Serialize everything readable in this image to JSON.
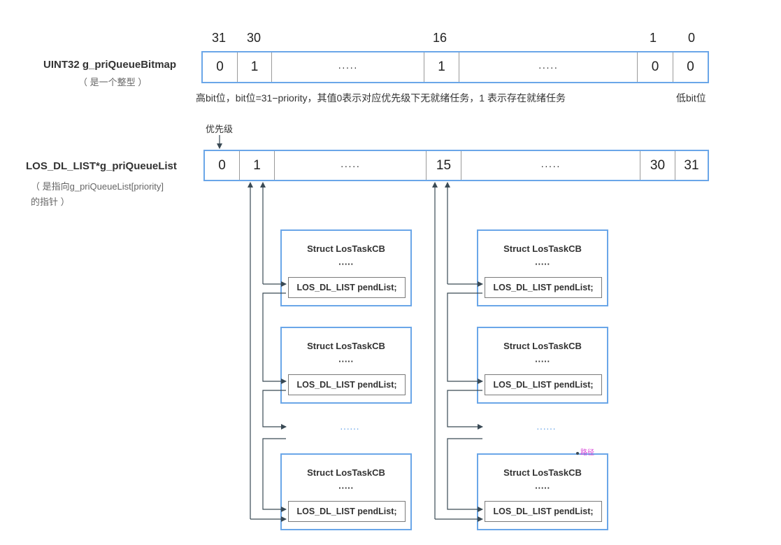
{
  "bitmap": {
    "label": "UINT32 g_priQueueBitmap",
    "sublabel": "（ 是一个整型 ）",
    "bit_numbers": [
      "31",
      "30",
      "16",
      "1",
      "0"
    ],
    "cells": [
      "0",
      "1",
      "·····",
      "1",
      "·····",
      "0",
      "0"
    ],
    "note": "高bit位，bit位=31−priority，其值0表示对应优先级下无就绪任务，1 表示存在就绪任务",
    "low_bit": "低bit位"
  },
  "queue_list": {
    "label": "LOS_DL_LIST*g_priQueueList",
    "sublabel_1": "（ 是指向g_priQueueList[priority]",
    "sublabel_2": "的指针 ）",
    "priority_label": "优先级",
    "cells": [
      "0",
      "1",
      "·····",
      "15",
      "·····",
      "30",
      "31"
    ]
  },
  "task_cb": {
    "title": "Struct LosTaskCB",
    "dots": "·····",
    "pend": "LOS_DL_LIST pendList;"
  },
  "ellipsis": "······",
  "tag": "路径"
}
